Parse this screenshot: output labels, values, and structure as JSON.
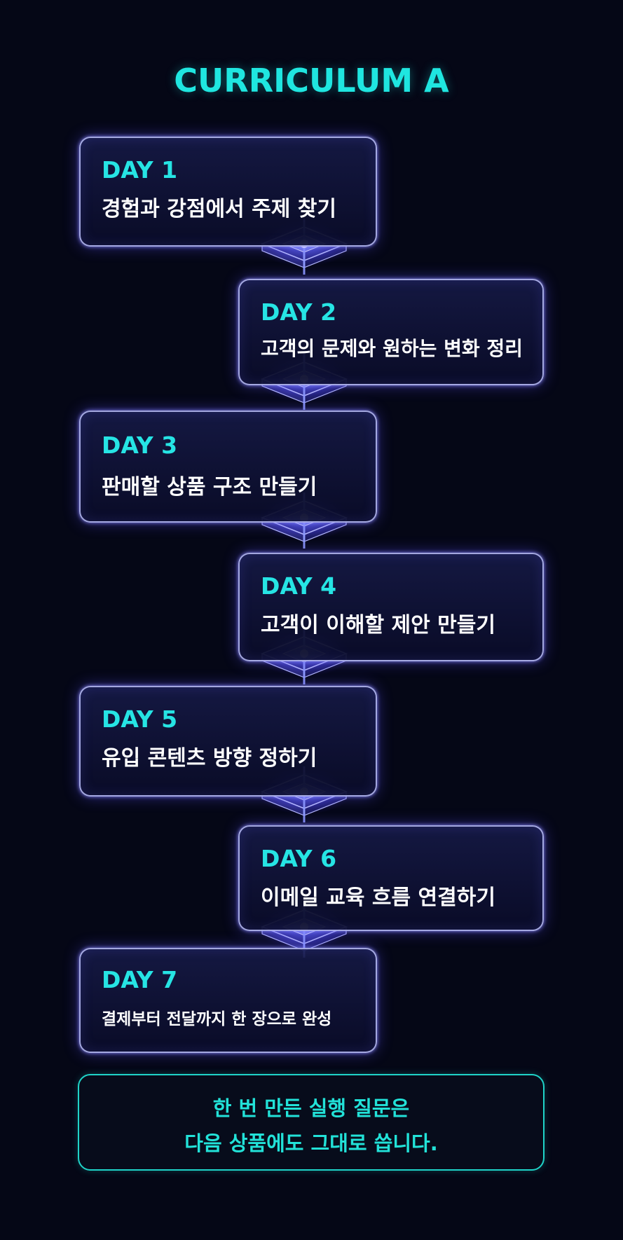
{
  "title": "CURRICULUM A",
  "days": [
    {
      "day": "DAY 1",
      "text": "경험과 강점에서 주제 찾기"
    },
    {
      "day": "DAY 2",
      "text": "고객의 문제와 원하는 변화 정리"
    },
    {
      "day": "DAY 3",
      "text": "판매할 상품 구조 만들기"
    },
    {
      "day": "DAY 4",
      "text": "고객이 이해할 제안 만들기"
    },
    {
      "day": "DAY 5",
      "text": "유입 콘텐츠 방향 정하기"
    },
    {
      "day": "DAY 6",
      "text": "이메일 교육 흐름 연결하기"
    },
    {
      "day": "DAY 7",
      "text": "결제부터 전달까지 한 장으로 완성"
    }
  ],
  "footer": {
    "line1": "한 번 만든 실행 질문은",
    "line2": "다음 상품에도 그대로 씁니다."
  },
  "colors": {
    "background": "#050716",
    "accent": "#1fe6e0",
    "card_border": "#bec3ff",
    "glow": "#5a50ff"
  }
}
